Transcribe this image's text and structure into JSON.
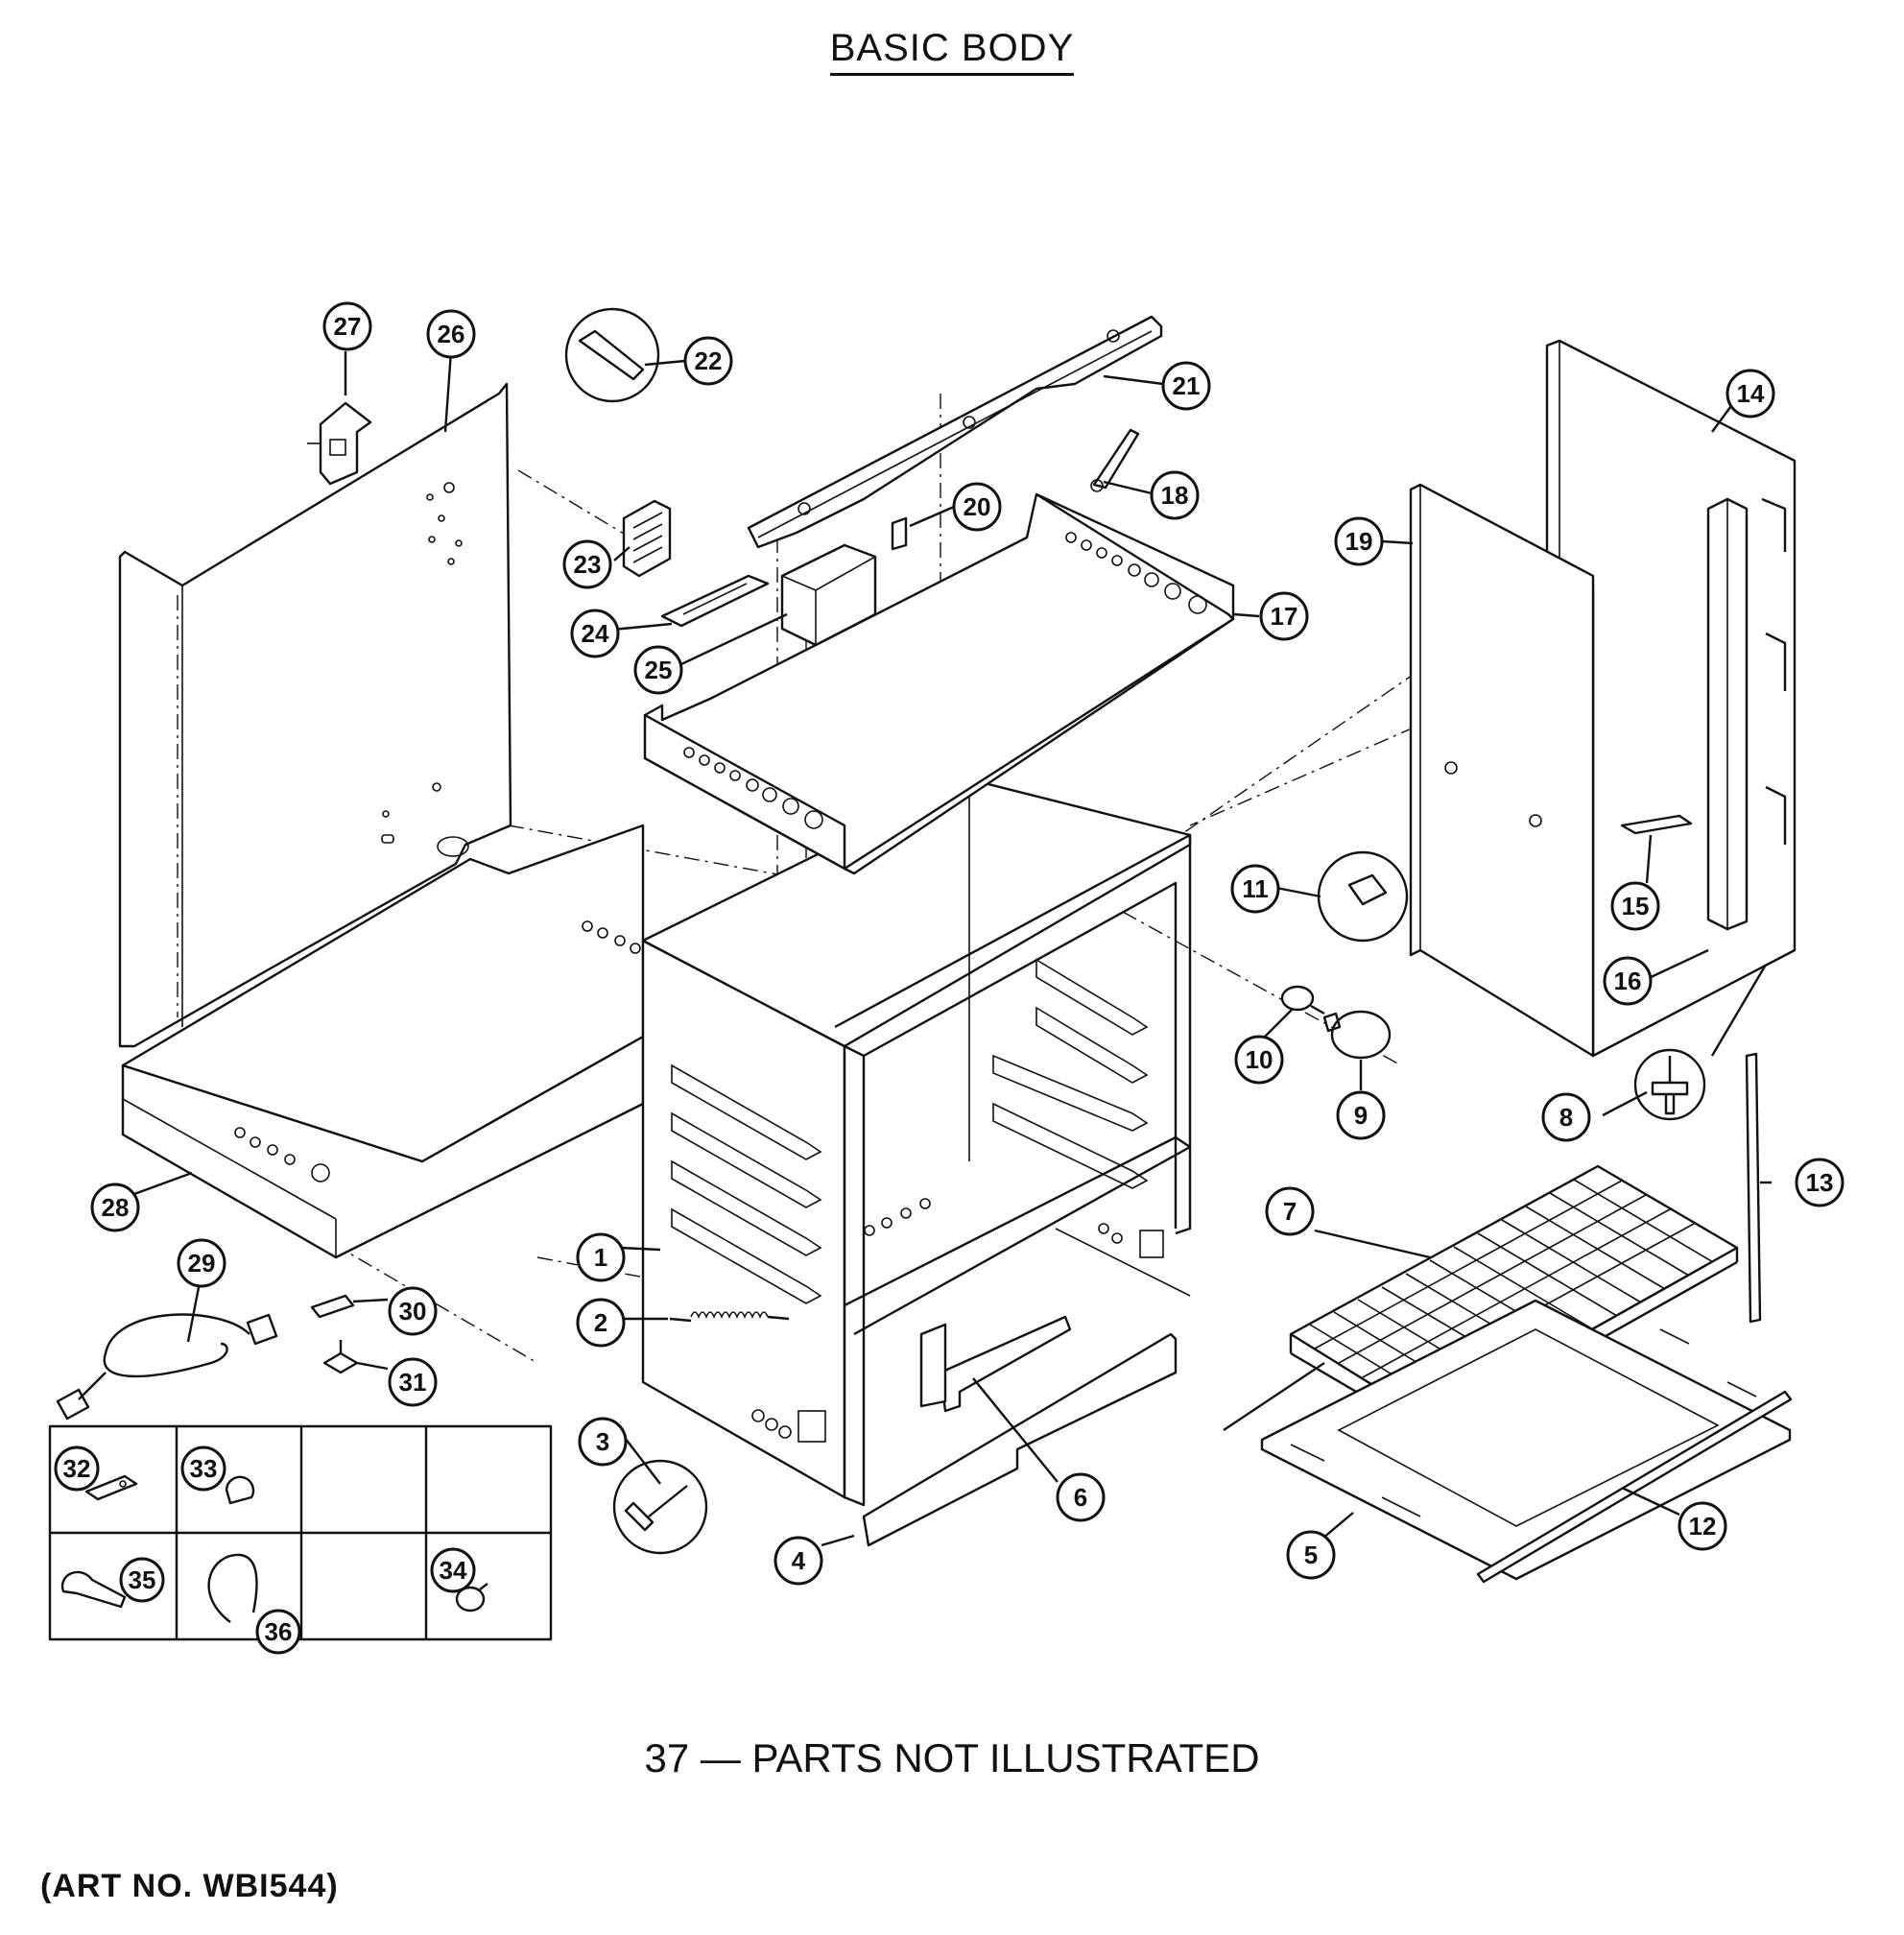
{
  "title": "BASIC BODY",
  "note": "37 — PARTS NOT ILLUSTRATED",
  "art_number": "(ART NO. WBI544)",
  "callouts": [
    {
      "id": "1",
      "label": "1"
    },
    {
      "id": "2",
      "label": "2"
    },
    {
      "id": "3",
      "label": "3"
    },
    {
      "id": "4",
      "label": "4"
    },
    {
      "id": "5",
      "label": "5"
    },
    {
      "id": "6",
      "label": "6"
    },
    {
      "id": "7",
      "label": "7"
    },
    {
      "id": "8",
      "label": "8"
    },
    {
      "id": "9",
      "label": "9"
    },
    {
      "id": "10",
      "label": "10"
    },
    {
      "id": "11",
      "label": "11"
    },
    {
      "id": "12",
      "label": "12"
    },
    {
      "id": "13",
      "label": "13"
    },
    {
      "id": "14",
      "label": "14"
    },
    {
      "id": "15",
      "label": "15"
    },
    {
      "id": "16",
      "label": "16"
    },
    {
      "id": "17",
      "label": "17"
    },
    {
      "id": "18",
      "label": "18"
    },
    {
      "id": "19",
      "label": "19"
    },
    {
      "id": "20",
      "label": "20"
    },
    {
      "id": "21",
      "label": "21"
    },
    {
      "id": "22",
      "label": "22"
    },
    {
      "id": "23",
      "label": "23"
    },
    {
      "id": "24",
      "label": "24"
    },
    {
      "id": "25",
      "label": "25"
    },
    {
      "id": "26",
      "label": "26"
    },
    {
      "id": "27",
      "label": "27"
    },
    {
      "id": "28",
      "label": "28"
    },
    {
      "id": "29",
      "label": "29"
    },
    {
      "id": "30",
      "label": "30"
    },
    {
      "id": "31",
      "label": "31"
    },
    {
      "id": "32",
      "label": "32"
    },
    {
      "id": "33",
      "label": "33"
    },
    {
      "id": "34",
      "label": "34"
    },
    {
      "id": "35",
      "label": "35"
    },
    {
      "id": "36",
      "label": "36"
    }
  ]
}
